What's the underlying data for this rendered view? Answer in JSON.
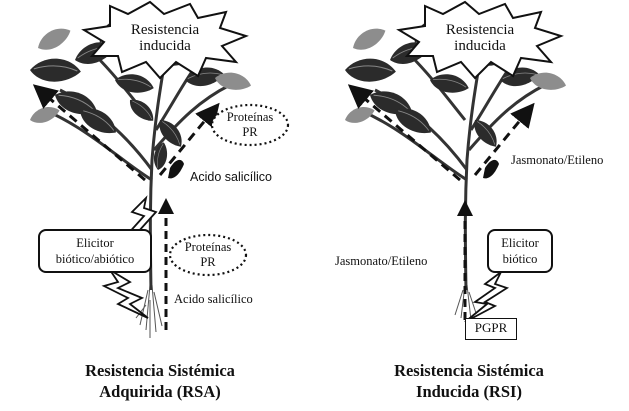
{
  "left": {
    "burst": [
      "Resistencia",
      "inducida"
    ],
    "oval_top": [
      "Proteínas",
      "PR"
    ],
    "label_salicylic_top": "Acido salicílico",
    "elicitor_box": [
      "Elicitor",
      "biótico/abiótico"
    ],
    "oval_bottom": [
      "Proteínas",
      "PR"
    ],
    "label_salicylic_bottom": "Acido salicílico",
    "caption": [
      "Resistencia Sistémica",
      "Adquirida (RSA)"
    ]
  },
  "right": {
    "burst": [
      "Resistencia",
      "inducida"
    ],
    "label_jasmonate_top": "Jasmonato/Etileno",
    "label_jasmonate_left": "Jasmonato/Etileno",
    "elicitor_box": [
      "Elicitor",
      "biótico"
    ],
    "pgpr_box": "PGPR",
    "caption": [
      "Resistencia Sistémica",
      "Inducida (RSI)"
    ]
  }
}
